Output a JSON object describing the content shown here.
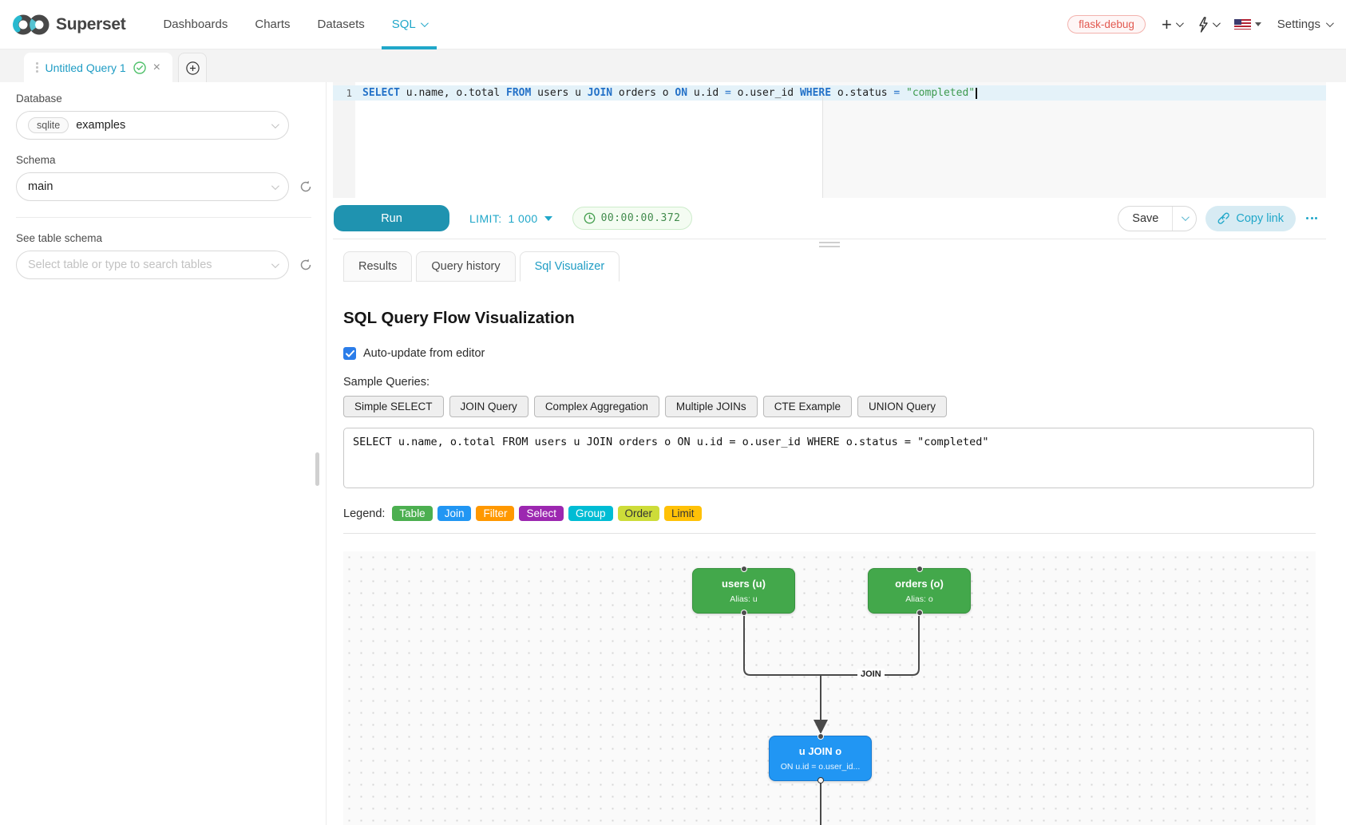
{
  "navbar": {
    "brand": "Superset",
    "items": [
      {
        "label": "Dashboards"
      },
      {
        "label": "Charts"
      },
      {
        "label": "Datasets"
      },
      {
        "label": "SQL"
      }
    ],
    "environment_badge": "flask-debug",
    "settings_label": "Settings"
  },
  "query_tab": {
    "title": "Untitled Query 1"
  },
  "sidebar": {
    "database_label": "Database",
    "database_engine": "sqlite",
    "database_name": "examples",
    "schema_label": "Schema",
    "schema_value": "main",
    "table_label": "See table schema",
    "table_placeholder": "Select table or type to search tables"
  },
  "editor": {
    "line_number": "1",
    "tokens": [
      {
        "t": "SELECT",
        "c": "kw"
      },
      {
        "t": " u.name, o.total ",
        "c": "id"
      },
      {
        "t": "FROM",
        "c": "kw"
      },
      {
        "t": " users u ",
        "c": "id"
      },
      {
        "t": "JOIN",
        "c": "kw"
      },
      {
        "t": " orders o ",
        "c": "id"
      },
      {
        "t": "ON",
        "c": "kw"
      },
      {
        "t": " u.id ",
        "c": "id"
      },
      {
        "t": "=",
        "c": "op"
      },
      {
        "t": " o.user_id ",
        "c": "id"
      },
      {
        "t": "WHERE",
        "c": "kw"
      },
      {
        "t": " o.status ",
        "c": "id"
      },
      {
        "t": "=",
        "c": "op"
      },
      {
        "t": " ",
        "c": "id"
      },
      {
        "t": "\"completed\"",
        "c": "str"
      }
    ]
  },
  "toolbar": {
    "run_label": "Run",
    "limit_label": "LIMIT:",
    "limit_value": "1 000",
    "timer": "00:00:00.372",
    "save_label": "Save",
    "copy_link_label": "Copy link"
  },
  "south_tabs": [
    {
      "label": "Results"
    },
    {
      "label": "Query history"
    },
    {
      "label": "Sql Visualizer"
    }
  ],
  "visualizer": {
    "title": "SQL Query Flow Visualization",
    "auto_update_label": "Auto-update from editor",
    "auto_update_checked": true,
    "sample_queries_label": "Sample Queries:",
    "sample_queries": [
      "Simple SELECT",
      "JOIN Query",
      "Complex Aggregation",
      "Multiple JOINs",
      "CTE Example",
      "UNION Query"
    ],
    "query_text": "SELECT u.name, o.total FROM users u JOIN orders o ON u.id = o.user_id WHERE o.status = \"completed\"",
    "legend_label": "Legend:",
    "legend": [
      {
        "label": "Table",
        "style": "background:#4caf50;color:#fff"
      },
      {
        "label": "Join",
        "style": "background:#2196f3;color:#fff"
      },
      {
        "label": "Filter",
        "style": "background:#ff9800;color:#fff"
      },
      {
        "label": "Select",
        "style": "background:#9c27b0;color:#fff"
      },
      {
        "label": "Group",
        "style": "background:#00bcd4;color:#fff"
      },
      {
        "label": "Order",
        "style": "background:#cddc39;color:#333"
      },
      {
        "label": "Limit",
        "style": "background:#ffc107;color:#333"
      }
    ],
    "flow": {
      "nodes": [
        {
          "title": "users (u)",
          "subtitle": "Alias: u"
        },
        {
          "title": "orders (o)",
          "subtitle": "Alias: o"
        },
        {
          "title": "u JOIN o",
          "subtitle": "ON u.id = o.user_id..."
        }
      ],
      "edge_label": "JOIN"
    },
    "colors": {
      "table_node": "#43a84b",
      "join_node": "#2196f3",
      "edge": "#4a4a4a",
      "accent": "#20a7c9"
    }
  }
}
